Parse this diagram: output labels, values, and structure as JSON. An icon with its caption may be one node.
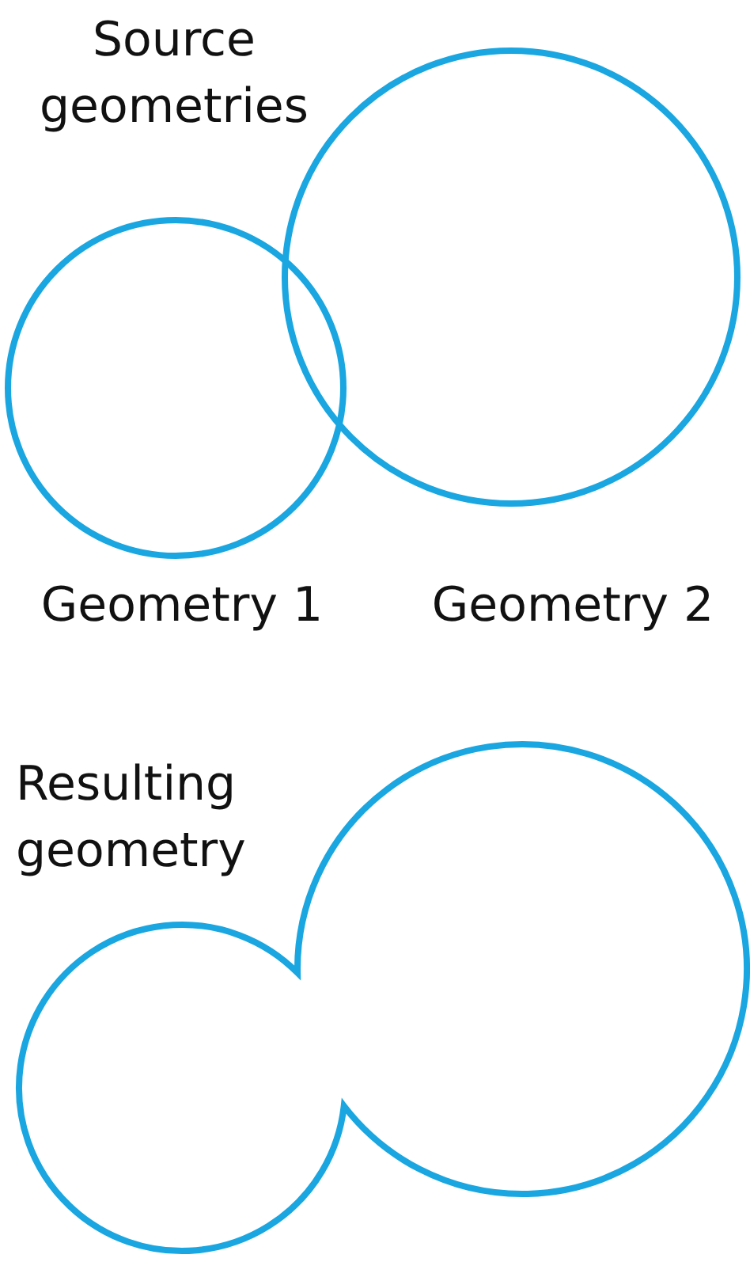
{
  "diagram": {
    "nodes": [
      {
        "text": [
          "Geometry 1"
        ]
      },
      {
        "text": [
          "Geometry 2"
        ]
      },
      {
        "text": [
          "Resulting geometry"
        ]
      }
    ],
    "labels": [
      "Source geometries"
    ]
  }
}
